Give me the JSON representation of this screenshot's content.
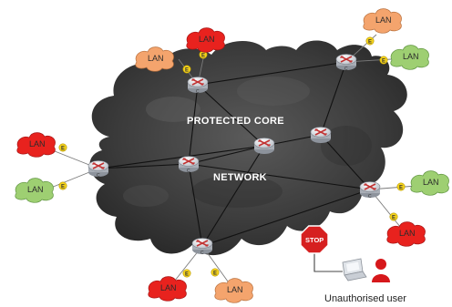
{
  "diagram": {
    "core_label_line1": "PROTECTED CORE",
    "core_label_line2": "NETWORK",
    "lan_label": "LAN",
    "router_letter": "C",
    "encryptor_letter": "E",
    "stop_sign_text": "STOP",
    "unauthorised_user_label": "Unauthorised user",
    "colors": {
      "core_cloud": "#3f3f3f",
      "lan_red": "#e8221e",
      "lan_orange": "#f4a46d",
      "lan_green": "#9ecf72",
      "encryptor": "#f4d21c",
      "stop_sign": "#d62020",
      "user_red": "#d6181b"
    }
  }
}
